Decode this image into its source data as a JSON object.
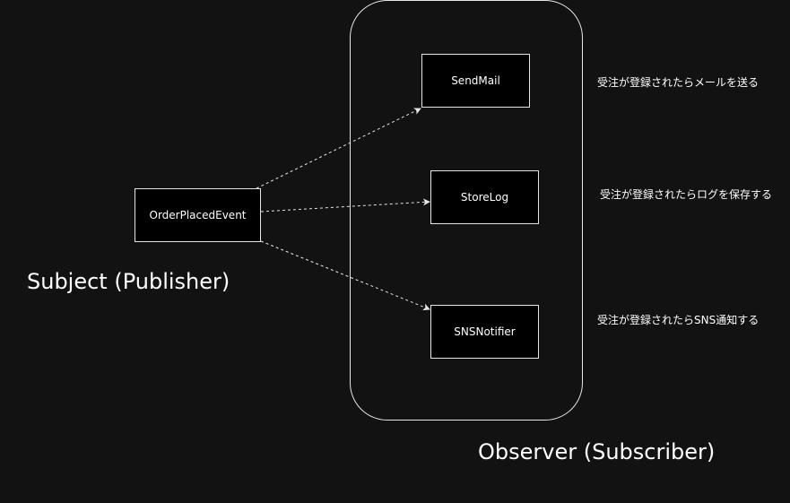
{
  "colors": {
    "background": "#121212",
    "node_fill": "#000000",
    "stroke": "#e6e6e6",
    "text": "#ffffff"
  },
  "subject": {
    "node_label": "OrderPlacedEvent",
    "role_label": "Subject (Publisher)"
  },
  "observers": {
    "role_label": "Observer (Subscriber)",
    "items": [
      {
        "label": "SendMail",
        "note": "受注が登録されたらメールを送る"
      },
      {
        "label": "StoreLog",
        "note": "受注が登録されたらログを保存する"
      },
      {
        "label": "SNSNotifier",
        "note": "受注が登録されたらSNS通知する"
      }
    ]
  },
  "edges": [
    {
      "from": "OrderPlacedEvent",
      "to": "SendMail",
      "style": "dashed-arrow"
    },
    {
      "from": "OrderPlacedEvent",
      "to": "StoreLog",
      "style": "dashed-arrow"
    },
    {
      "from": "OrderPlacedEvent",
      "to": "SNSNotifier",
      "style": "dashed-arrow"
    }
  ]
}
